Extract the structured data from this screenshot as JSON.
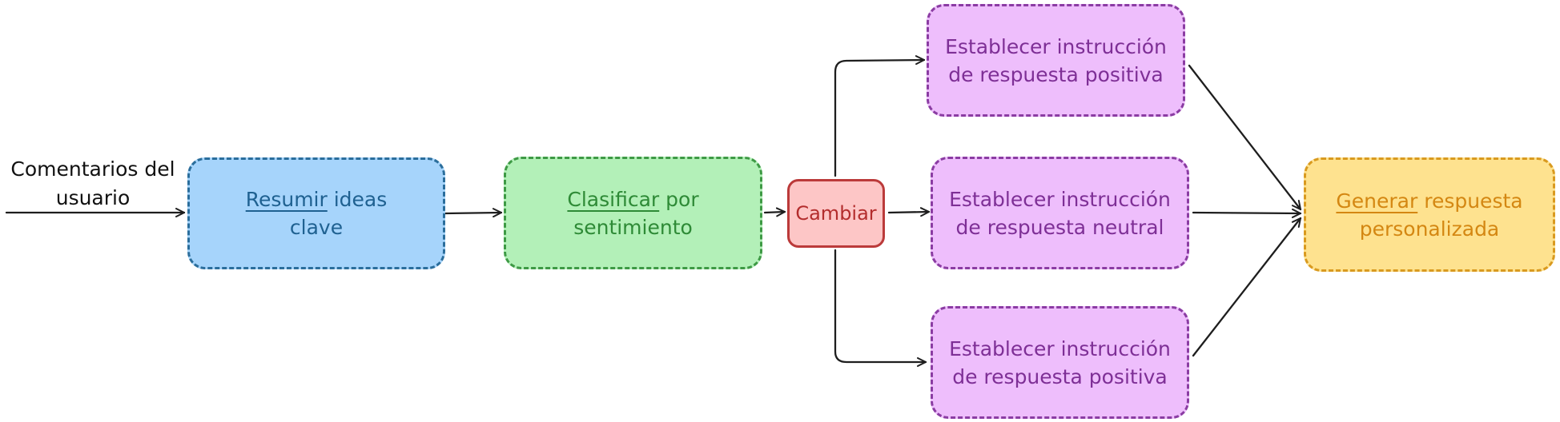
{
  "diagram": {
    "input_label_line1": "Comentarios del",
    "input_label_line2": "usuario",
    "nodes": {
      "summarize": {
        "verb": "Resumir",
        "rest_line1": " ideas",
        "line2": "clave"
      },
      "classify": {
        "verb": "Clasificar",
        "rest_line1": " por",
        "line2": "sentimiento"
      },
      "switch": {
        "label": "Cambiar"
      },
      "positive_top": {
        "line1": "Establecer instrucción",
        "line2": "de respuesta positiva"
      },
      "neutral": {
        "line1": "Establecer instrucción",
        "line2": "de respuesta neutral"
      },
      "positive_bottom": {
        "line1": "Establecer instrucción",
        "line2": "de respuesta positiva"
      },
      "generate": {
        "verb": "Generar",
        "rest_line1": " respuesta",
        "line2": "personalizada"
      }
    },
    "colors": {
      "blue_fill": "#a6d4fb",
      "green_fill": "#b3f0b8",
      "red_fill": "#fdc6c6",
      "purple_fill": "#eebefc",
      "yellow_fill": "#fee28f",
      "arrow": "#1e1e1e"
    }
  }
}
